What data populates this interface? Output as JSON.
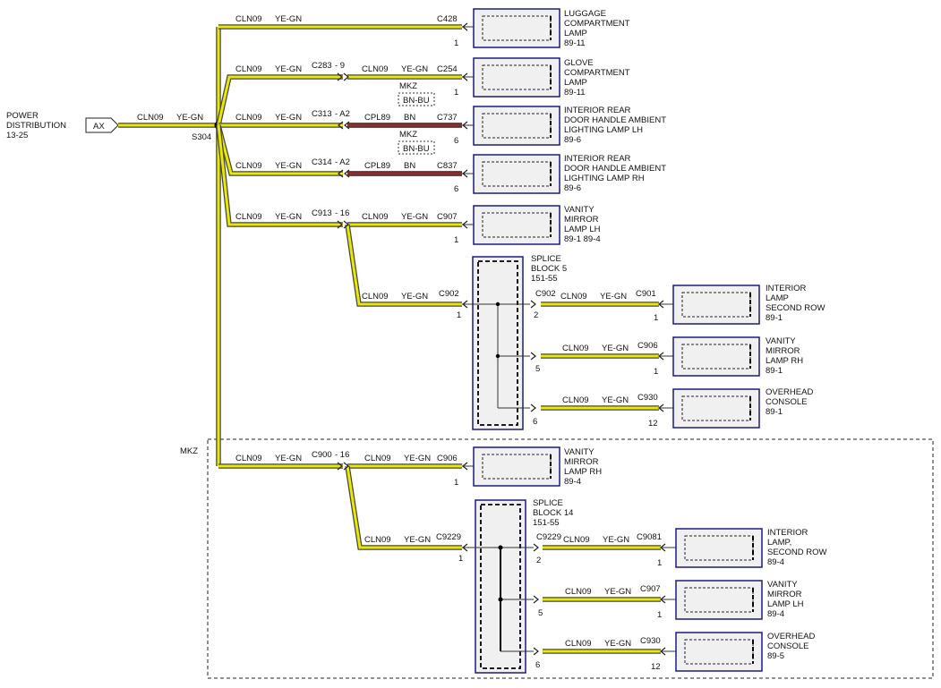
{
  "source": {
    "label_lines": [
      "POWER",
      "DISTRIBUTION",
      "13-25"
    ],
    "connector": "AX",
    "wire": "CLN09",
    "color": "YE-GN",
    "splice": "S304"
  },
  "region_label": "MKZ",
  "branches": [
    {
      "wire_a": "CLN09",
      "color_a": "YE-GN",
      "conn_a": "C283",
      "pin_a": "- 9",
      "wire_b": "CLN09",
      "color_b": "YE-GN"
    },
    {
      "wire_a": "CLN09",
      "color_a": "YE-GN",
      "conn_a": "C313",
      "pin_a": "- A2",
      "wire_b": "CPL89",
      "color_b": "BN",
      "opt_label": "MKZ",
      "opt_color": "BN-BU"
    },
    {
      "wire_a": "CLN09",
      "color_a": "YE-GN",
      "conn_a": "C314",
      "pin_a": "- A2",
      "wire_b": "CPL89",
      "color_b": "BN",
      "opt_label": "MKZ",
      "opt_color": "BN-BU"
    },
    {
      "wire_a": "CLN09",
      "color_a": "YE-GN",
      "conn_a": "C913",
      "pin_a": "- 16",
      "wire_b": "CLN09",
      "color_b": "YE-GN"
    },
    {
      "wire_a": "CLN09",
      "color_a": "YE-GN",
      "conn_a": "C900",
      "pin_a": "- 16",
      "wire_b": "CLN09",
      "color_b": "YE-GN"
    }
  ],
  "direct_wire": {
    "wire": "CLN09",
    "color": "YE-GN"
  },
  "components": [
    {
      "lines": [
        "LUGGAGE",
        "COMPARTMENT",
        "LAMP",
        "89-11"
      ],
      "conn": "C428",
      "pin": "1"
    },
    {
      "lines": [
        "GLOVE",
        "COMPARTMENT",
        "LAMP",
        "89-11"
      ],
      "conn": "C254",
      "pin": "1"
    },
    {
      "lines": [
        "INTERIOR REAR",
        "DOOR HANDLE AMBIENT",
        "LIGHTING LAMP LH",
        "89-6"
      ],
      "conn": "C737",
      "pin": "6"
    },
    {
      "lines": [
        "INTERIOR REAR",
        "DOOR HANDLE AMBIENT",
        "LIGHTING LAMP RH",
        "89-6"
      ],
      "conn": "C837",
      "pin": "6"
    },
    {
      "lines": [
        "VANITY",
        "MIRROR",
        "LAMP LH",
        "89-1   89-4"
      ],
      "conn": "C907",
      "pin": "1"
    },
    {
      "lines": [
        "VANITY",
        "MIRROR",
        "LAMP RH",
        "89-4"
      ],
      "conn": "C906",
      "pin": "1"
    }
  ],
  "splice_blocks": [
    {
      "lines": [
        "SPLICE",
        "BLOCK 5",
        "151-55"
      ],
      "feed": {
        "wire": "CLN09",
        "color": "YE-GN",
        "conn": "C902",
        "pin": "1"
      },
      "out_conn": "C902",
      "outputs": [
        {
          "pin": "2",
          "wire": "CLN09",
          "color": "YE-GN",
          "conn": "C901",
          "comp_pin": "1",
          "lines": [
            "INTERIOR",
            "LAMP",
            "SECOND ROW",
            "89-1"
          ]
        },
        {
          "pin": "5",
          "wire": "CLN09",
          "color": "YE-GN",
          "conn": "C906",
          "comp_pin": "1",
          "lines": [
            "VANITY",
            "MIRROR",
            "LAMP RH",
            "89-1"
          ]
        },
        {
          "pin": "6",
          "wire": "CLN09",
          "color": "YE-GN",
          "conn": "C930",
          "comp_pin": "12",
          "lines": [
            "OVERHEAD",
            "CONSOLE",
            "89-1"
          ]
        }
      ]
    },
    {
      "lines": [
        "SPLICE",
        "BLOCK 14",
        "151-55"
      ],
      "feed": {
        "wire": "CLN09",
        "color": "YE-GN",
        "conn": "C9229",
        "pin": "1"
      },
      "out_conn": "C9229",
      "outputs": [
        {
          "pin": "2",
          "wire": "CLN09",
          "color": "YE-GN",
          "conn": "C9081",
          "comp_pin": "1",
          "lines": [
            "INTERIOR",
            "LAMP,",
            "SECOND ROW",
            "89-4"
          ]
        },
        {
          "pin": "5",
          "wire": "CLN09",
          "color": "YE-GN",
          "conn": "C907",
          "comp_pin": "1",
          "lines": [
            "VANITY",
            "MIRROR",
            "LAMP LH",
            "89-4"
          ]
        },
        {
          "pin": "6",
          "wire": "CLN09",
          "color": "YE-GN",
          "conn": "C930",
          "comp_pin": "12",
          "lines": [
            "OVERHEAD",
            "CONSOLE",
            "89-5"
          ]
        }
      ]
    }
  ]
}
